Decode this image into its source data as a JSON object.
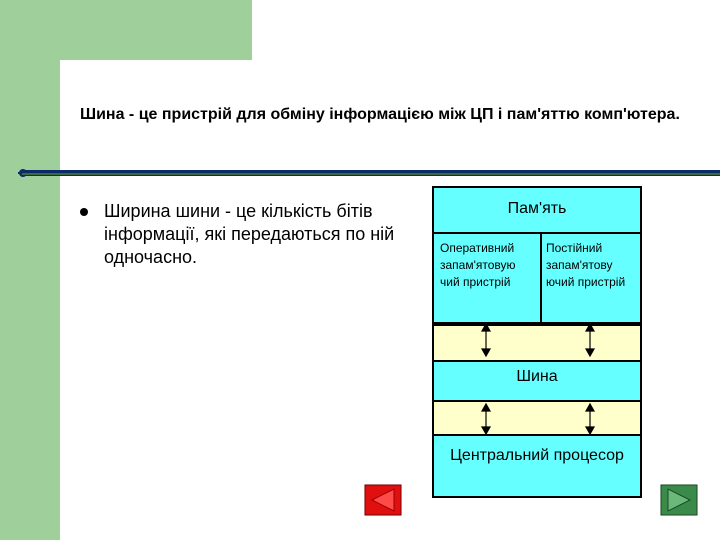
{
  "slide": {
    "title": "Шина - це пристрій для обміну інформацією між ЦП і пам'яттю комп'ютера.",
    "bullet": "Ширина шини - це кількість бітів інформації, які передаються по ній одночасно."
  },
  "diagram": {
    "memory_title": "Пам'ять",
    "ram_label": "Оперативний запам'ятовую чий пристрій",
    "rom_label": "Постійний запам'ятову ючий пристрій",
    "bus_label": "Шина",
    "cpu_label": "Центральний процесор"
  },
  "navigation": {
    "prev_icon": "triangle-left-icon",
    "next_icon": "triangle-right-icon"
  },
  "colors": {
    "accent_green": "#9fcf9a",
    "memory_fill": "#66ffff",
    "bus_fill": "#ffffcc",
    "rule_blue": "#0a2a6a",
    "prev_button": "#e01010",
    "next_button": "#3a8a4a"
  }
}
